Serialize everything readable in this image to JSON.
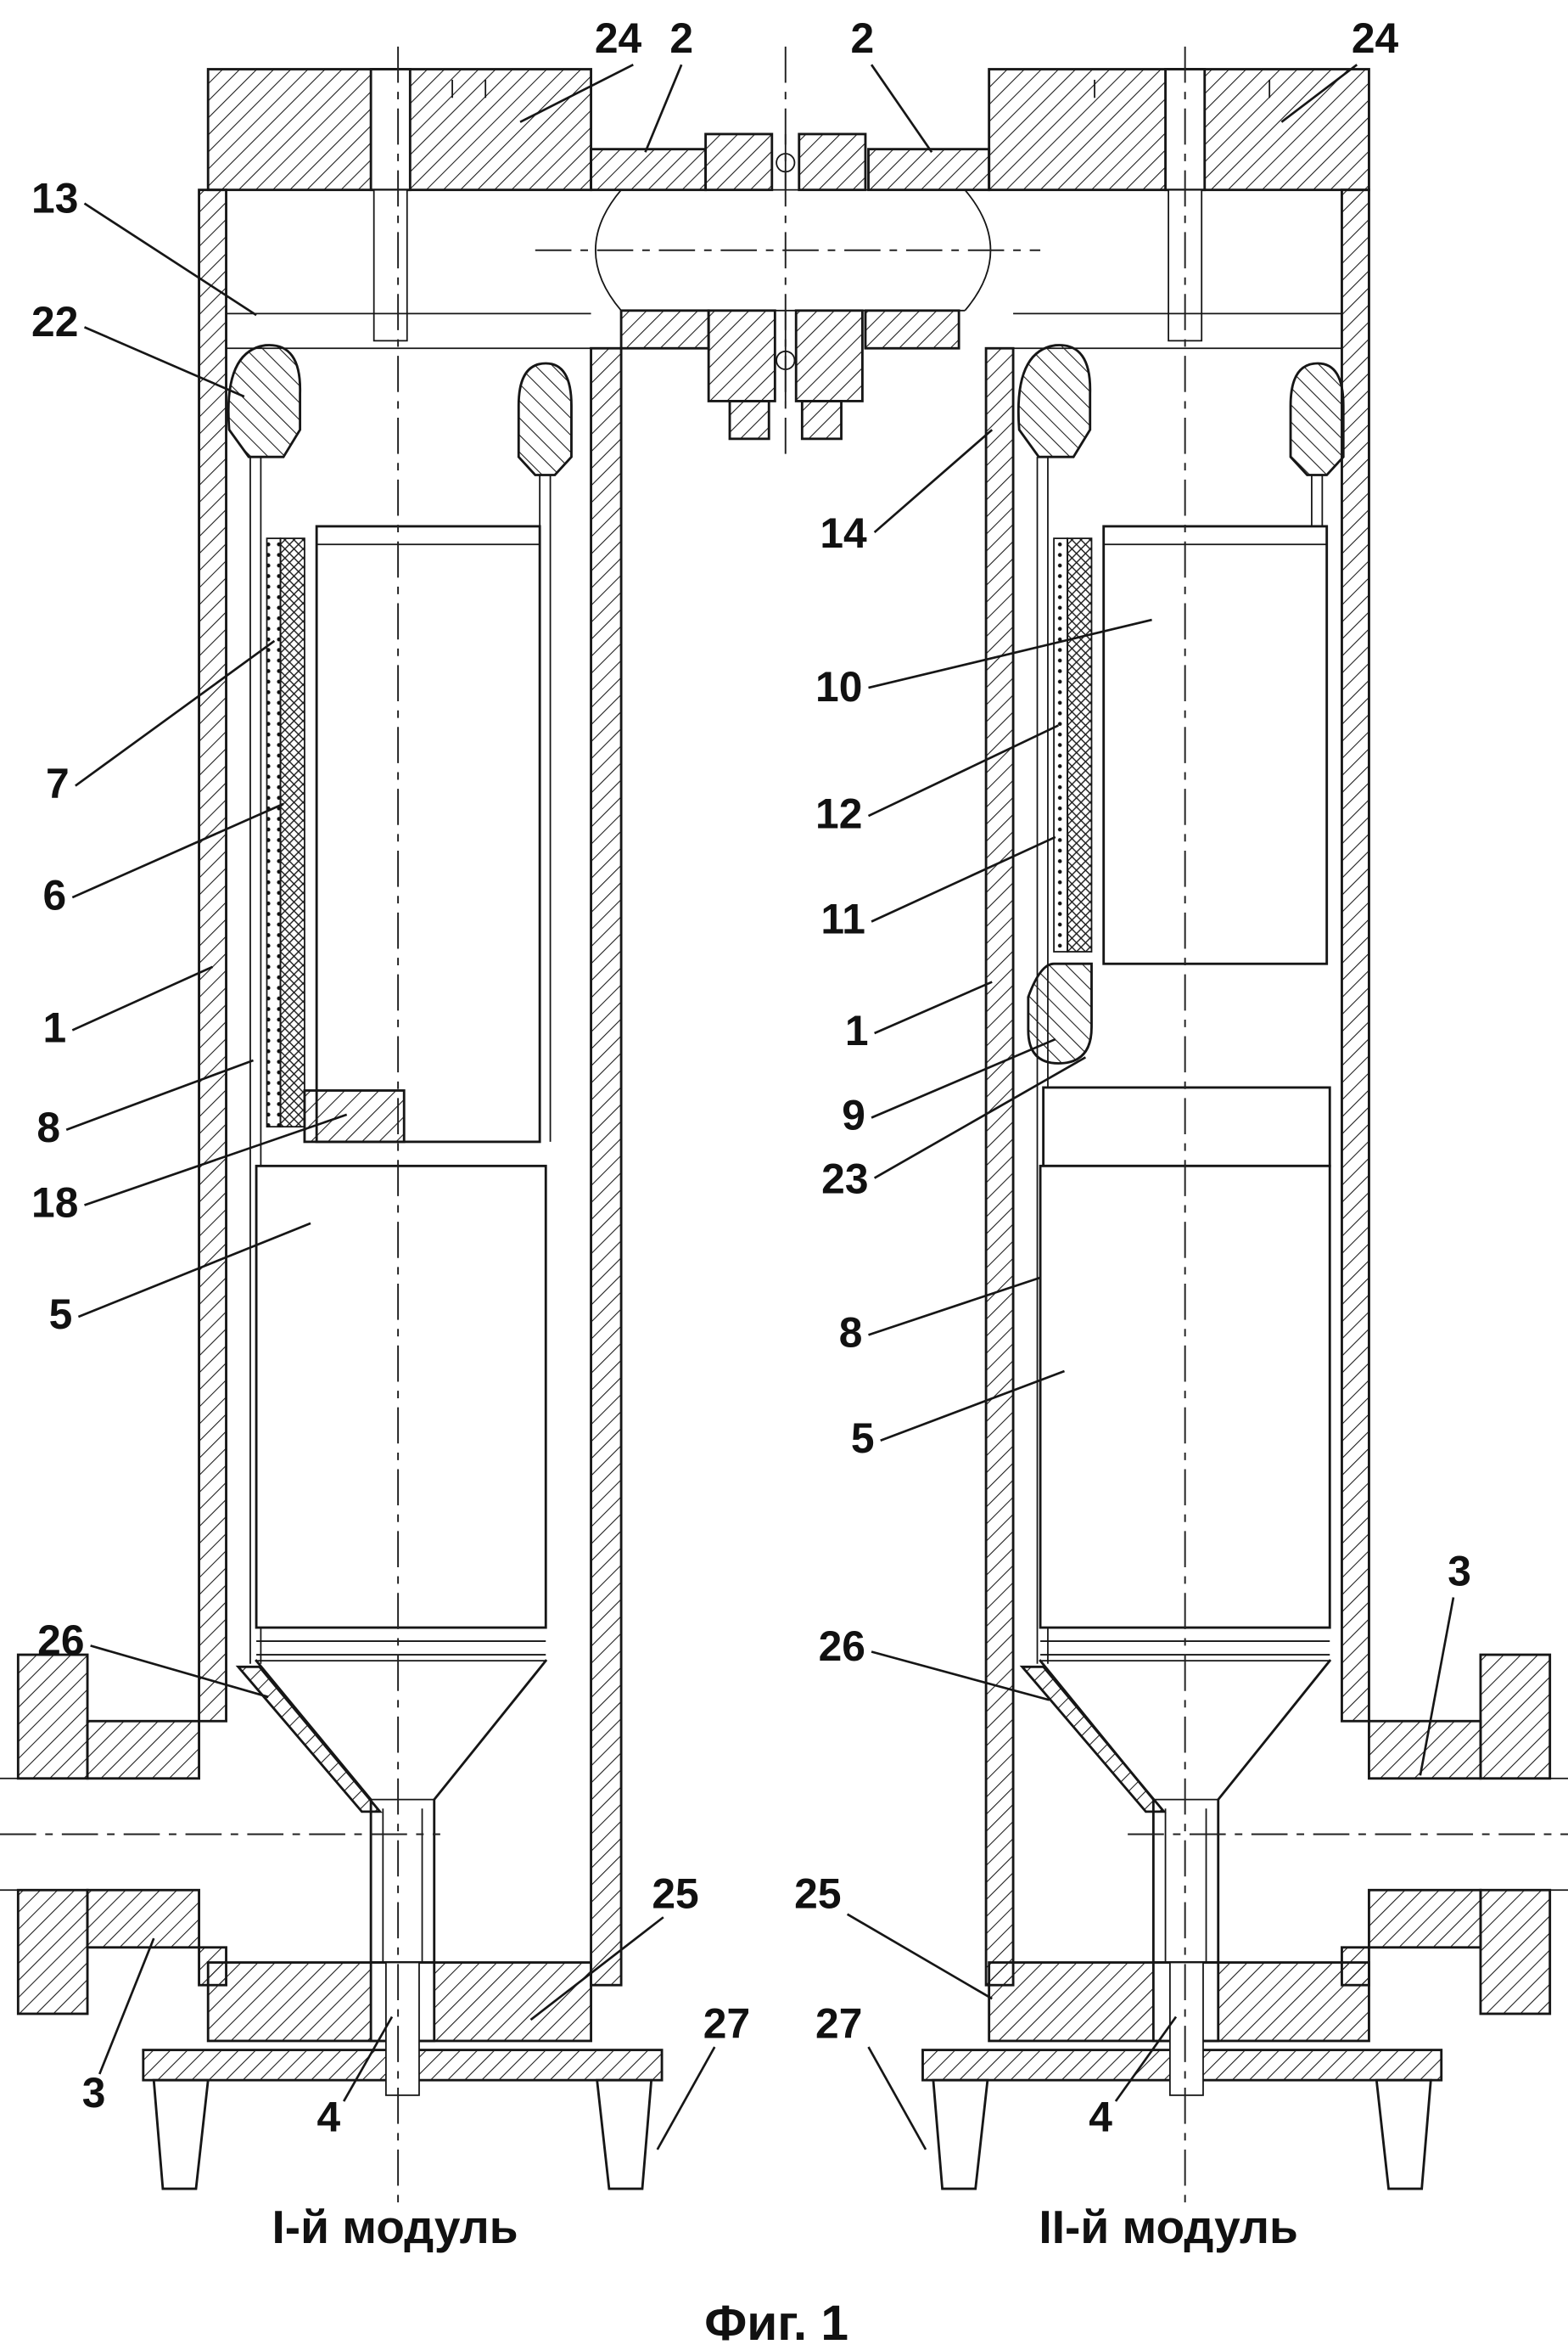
{
  "callouts": {
    "c24_left": "24",
    "c2_left": "2",
    "c2_right": "2",
    "c24_right": "24",
    "c13": "13",
    "c22": "22",
    "c7": "7",
    "c6": "6",
    "c1_left": "1",
    "c8_left": "8",
    "c18": "18",
    "c5_left": "5",
    "c26_left": "26",
    "c3_left": "3",
    "c4_left": "4",
    "c25_left": "25",
    "c27_left": "27",
    "c14": "14",
    "c10": "10",
    "c12": "12",
    "c11": "11",
    "c1_right": "1",
    "c9": "9",
    "c23": "23",
    "c8_right": "8",
    "c5_right": "5",
    "c26_right": "26",
    "c25_right": "25",
    "c27_right": "27",
    "c4_right": "4",
    "c3_right": "3"
  },
  "captions": {
    "module1": "I-й модуль",
    "module2": "II-й модуль",
    "figure": "Фиг. 1"
  }
}
